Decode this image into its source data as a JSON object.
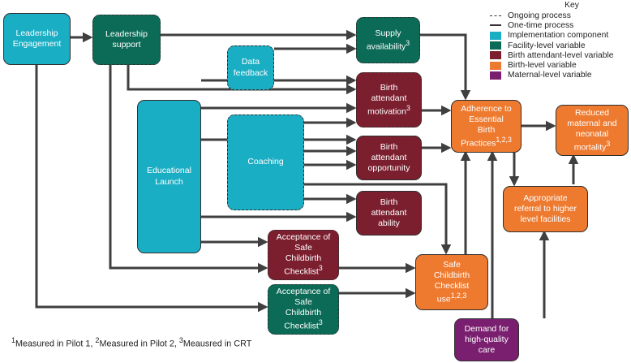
{
  "legend": {
    "title": "Key",
    "ongoing": "Ongoing process",
    "onetime": "One-time process",
    "implementation": "Implementation component",
    "facility": "Facility-level variable",
    "birth_attendant": "Birth attendant-level variable",
    "birth": "Birth-level variable",
    "maternal": "Maternal-level variable",
    "colors": {
      "implementation": "#1aaec4",
      "facility": "#0b6b57",
      "birth_attendant": "#7b1f2f",
      "birth": "#ee7a2f",
      "maternal": "#7a1f6f"
    }
  },
  "boxes": {
    "leadership_engagement": "Leadership\nEngagement",
    "leadership_support": "Leadership\nsupport",
    "data_feedback": "Data\nfeedback",
    "supply_availability": "Supply\navailability",
    "birth_attendant_motivation": "Birth\nattendant\nmotivation",
    "educational_launch": "Educational\nLaunch",
    "coaching": "Coaching",
    "birth_attendant_opportunity": "Birth\nattendant\nopportunity",
    "birth_attendant_ability": "Birth\nattendant\nability",
    "acceptance_birth_attendant": "Acceptance of\nSafe\nChildbirth\nChecklist",
    "acceptance_facility": "Acceptance of\nSafe\nChildbirth\nChecklist",
    "adherence": "Adherence to\nEssential\nBirth\nPractices",
    "reduced_mortality": "Reduced\nmaternal and\nneonatal\nmortality",
    "referral": "Appropriate\nreferral to higher\nlevel facilities",
    "checklist_use": "Safe\nChildbirth\nChecklist\nuse",
    "demand": "Demand for\nhigh-quality\ncare"
  },
  "superscripts": {
    "supply_availability": "3",
    "birth_attendant_motivation": "3",
    "acceptance_birth_attendant": "3",
    "acceptance_facility": "3",
    "adherence": "1,2,3",
    "reduced_mortality": "3",
    "checklist_use": "1,2,3"
  },
  "footnote": {
    "s1": "1",
    "t1": "Measured in Pilot 1, ",
    "s2": "2",
    "t2": "Measured in Pilot 2, ",
    "s3": "3",
    "t3": "Meausred in CRT"
  }
}
